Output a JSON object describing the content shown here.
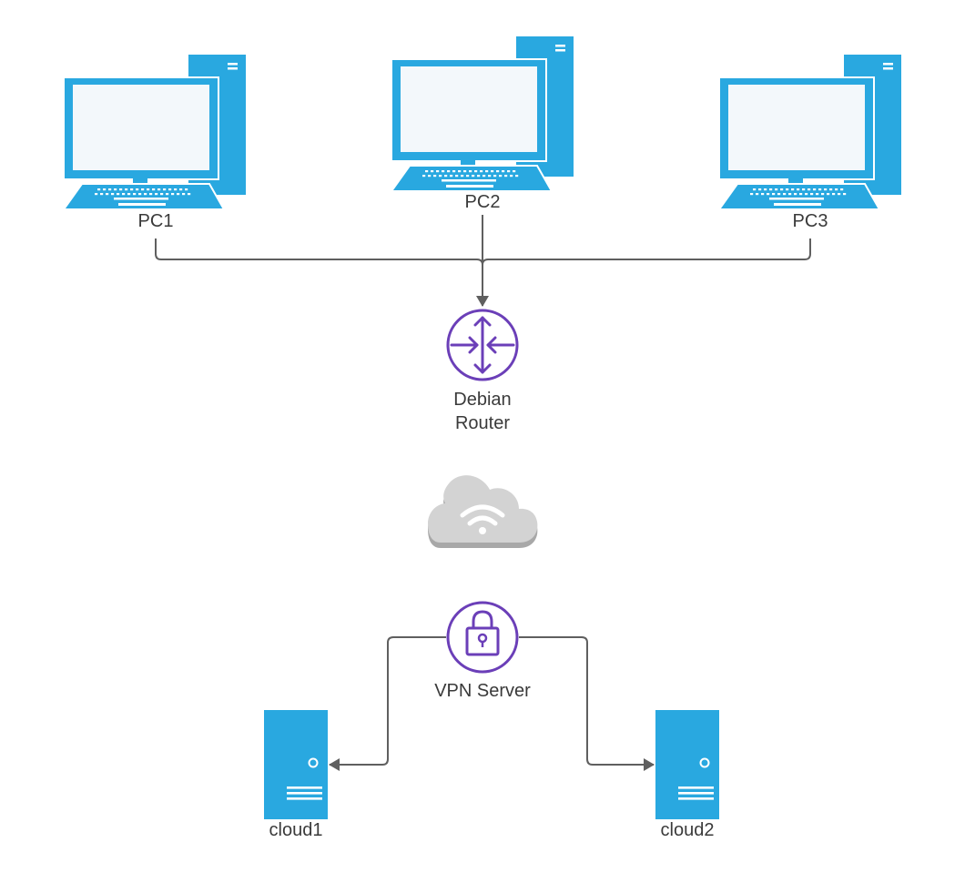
{
  "diagram": {
    "nodes": {
      "pc1": {
        "label": "PC1",
        "icon": "desktop-computer-icon"
      },
      "pc2": {
        "label": "PC2",
        "icon": "desktop-computer-icon"
      },
      "pc3": {
        "label": "PC3",
        "icon": "desktop-computer-icon"
      },
      "router": {
        "label_line1": "Debian",
        "label_line2": "Router",
        "icon": "router-icon"
      },
      "internet": {
        "icon": "wifi-cloud-icon"
      },
      "vpn": {
        "label": "VPN Server",
        "icon": "padlock-icon"
      },
      "cloud1": {
        "label": "cloud1",
        "icon": "server-tower-icon"
      },
      "cloud2": {
        "label": "cloud2",
        "icon": "server-tower-icon"
      }
    },
    "edges": [
      {
        "from": "PC1",
        "to": "Debian Router"
      },
      {
        "from": "PC2",
        "to": "Debian Router"
      },
      {
        "from": "PC3",
        "to": "Debian Router"
      },
      {
        "from": "VPN Server",
        "to": "cloud1"
      },
      {
        "from": "VPN Server",
        "to": "cloud2"
      }
    ]
  },
  "colors": {
    "computer_blue": "#29a8e0",
    "screen_fill": "#f3f8fb",
    "accent_purple": "#6b3fb8",
    "connector_gray": "#5f5f5f",
    "cloud_gray": "#d3d3d3",
    "cloud_shadow": "#a8a8a8",
    "label_text": "#3a3a3a"
  }
}
